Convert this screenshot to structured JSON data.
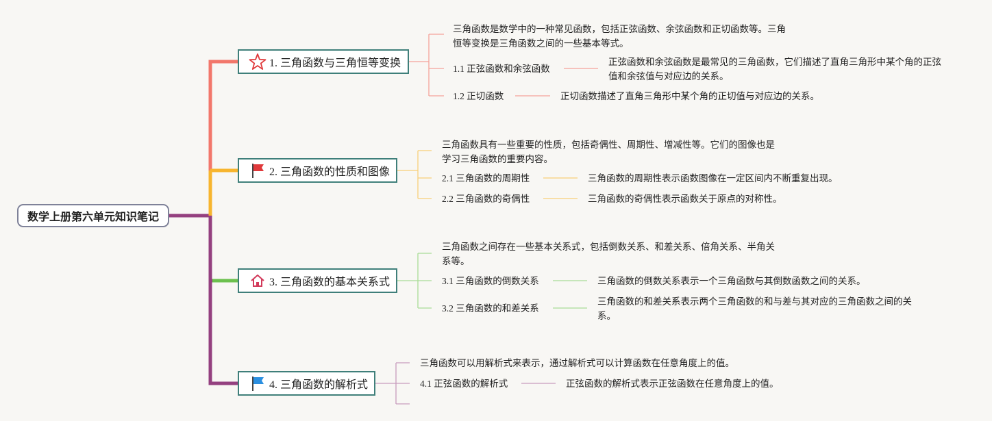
{
  "root": "数学上册第六单元知识笔记",
  "colors": {
    "branch1": "#f2776b",
    "branch2": "#f7b52e",
    "branch3": "#6cc04e",
    "branch4": "#94407f",
    "node_border": "#3f7f7a",
    "root_border": "#7f8299"
  },
  "branches": [
    {
      "icon": "star-icon",
      "title": "1. 三角函数与三角恒等变换",
      "summary": "三角函数是数学中的一种常见函数，包括正弦函数、余弦函数和正切函数等。三角恒等变换是三角函数之间的一些基本等式。",
      "subs": [
        {
          "label": "1.1 正弦函数和余弦函数",
          "desc": "正弦函数和余弦函数是最常见的三角函数，它们描述了直角三角形中某个角的正弦值和余弦值与对应边的关系。"
        },
        {
          "label": "1.2 正切函数",
          "desc": "正切函数描述了直角三角形中某个角的正切值与对应边的关系。"
        }
      ]
    },
    {
      "icon": "red-flag-icon",
      "title": "2. 三角函数的性质和图像",
      "summary": "三角函数具有一些重要的性质，包括奇偶性、周期性、增减性等。它们的图像也是学习三角函数的重要内容。",
      "subs": [
        {
          "label": "2.1 三角函数的周期性",
          "desc": "三角函数的周期性表示函数图像在一定区间内不断重复出现。"
        },
        {
          "label": "2.2 三角函数的奇偶性",
          "desc": "三角函数的奇偶性表示函数关于原点的对称性。"
        }
      ]
    },
    {
      "icon": "home-icon",
      "title": "3. 三角函数的基本关系式",
      "summary": "三角函数之间存在一些基本关系式，包括倒数关系、和差关系、倍角关系、半角关系等。",
      "subs": [
        {
          "label": "3.1 三角函数的倒数关系",
          "desc": "三角函数的倒数关系表示一个三角函数与其倒数函数之间的关系。"
        },
        {
          "label": "3.2 三角函数的和差关系",
          "desc": "三角函数的和差关系表示两个三角函数的和与差与其对应的三角函数之间的关系。"
        }
      ]
    },
    {
      "icon": "blue-flag-icon",
      "title": "4. 三角函数的解析式",
      "summary": "三角函数可以用解析式来表示，通过解析式可以计算函数在任意角度上的值。",
      "subs": [
        {
          "label": "4.1 正弦函数的解析式",
          "desc": "正弦函数的解析式表示正弦函数在任意角度上的值。"
        }
      ]
    }
  ]
}
